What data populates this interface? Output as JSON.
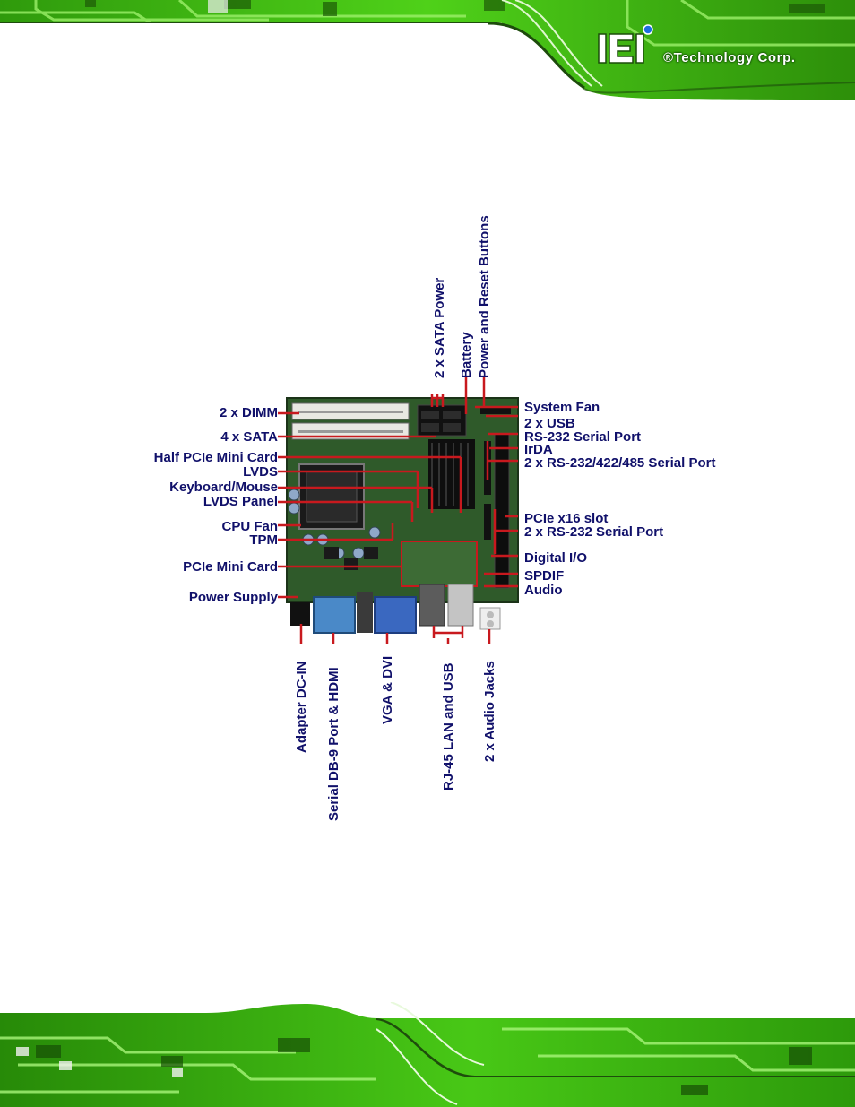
{
  "header": {
    "logo_name": "iEi",
    "logo_trademark": "®Technology Corp."
  },
  "figure": {
    "labels_left": [
      "2 x DIMM",
      "4 x SATA",
      "Half PCIe Mini Card",
      "LVDS",
      "Keyboard/Mouse",
      "LVDS Panel",
      "CPU Fan",
      "TPM",
      "PCIe Mini Card",
      "Power Supply"
    ],
    "labels_right": [
      "System Fan",
      "2 x USB",
      "RS-232 Serial Port",
      "IrDA",
      "2 x RS-232/422/485 Serial Port",
      "PCIe x16 slot",
      "2 x RS-232 Serial Port",
      "Digital I/O",
      "SPDIF",
      "Audio"
    ],
    "labels_top": [
      "2 x SATA Power",
      "Battery",
      "Power and Reset Buttons"
    ],
    "labels_bottom": [
      "Adapter DC-IN",
      "Serial DB-9 Port & HDMI",
      "VGA & DVI",
      "RJ-45 LAN and USB",
      "2 x Audio Jacks"
    ]
  },
  "colors": {
    "pcb_green": "#2f5a2a",
    "label_navy": "#10106a",
    "callout_red": "#c8191e",
    "banner_green": "#3db80f"
  }
}
